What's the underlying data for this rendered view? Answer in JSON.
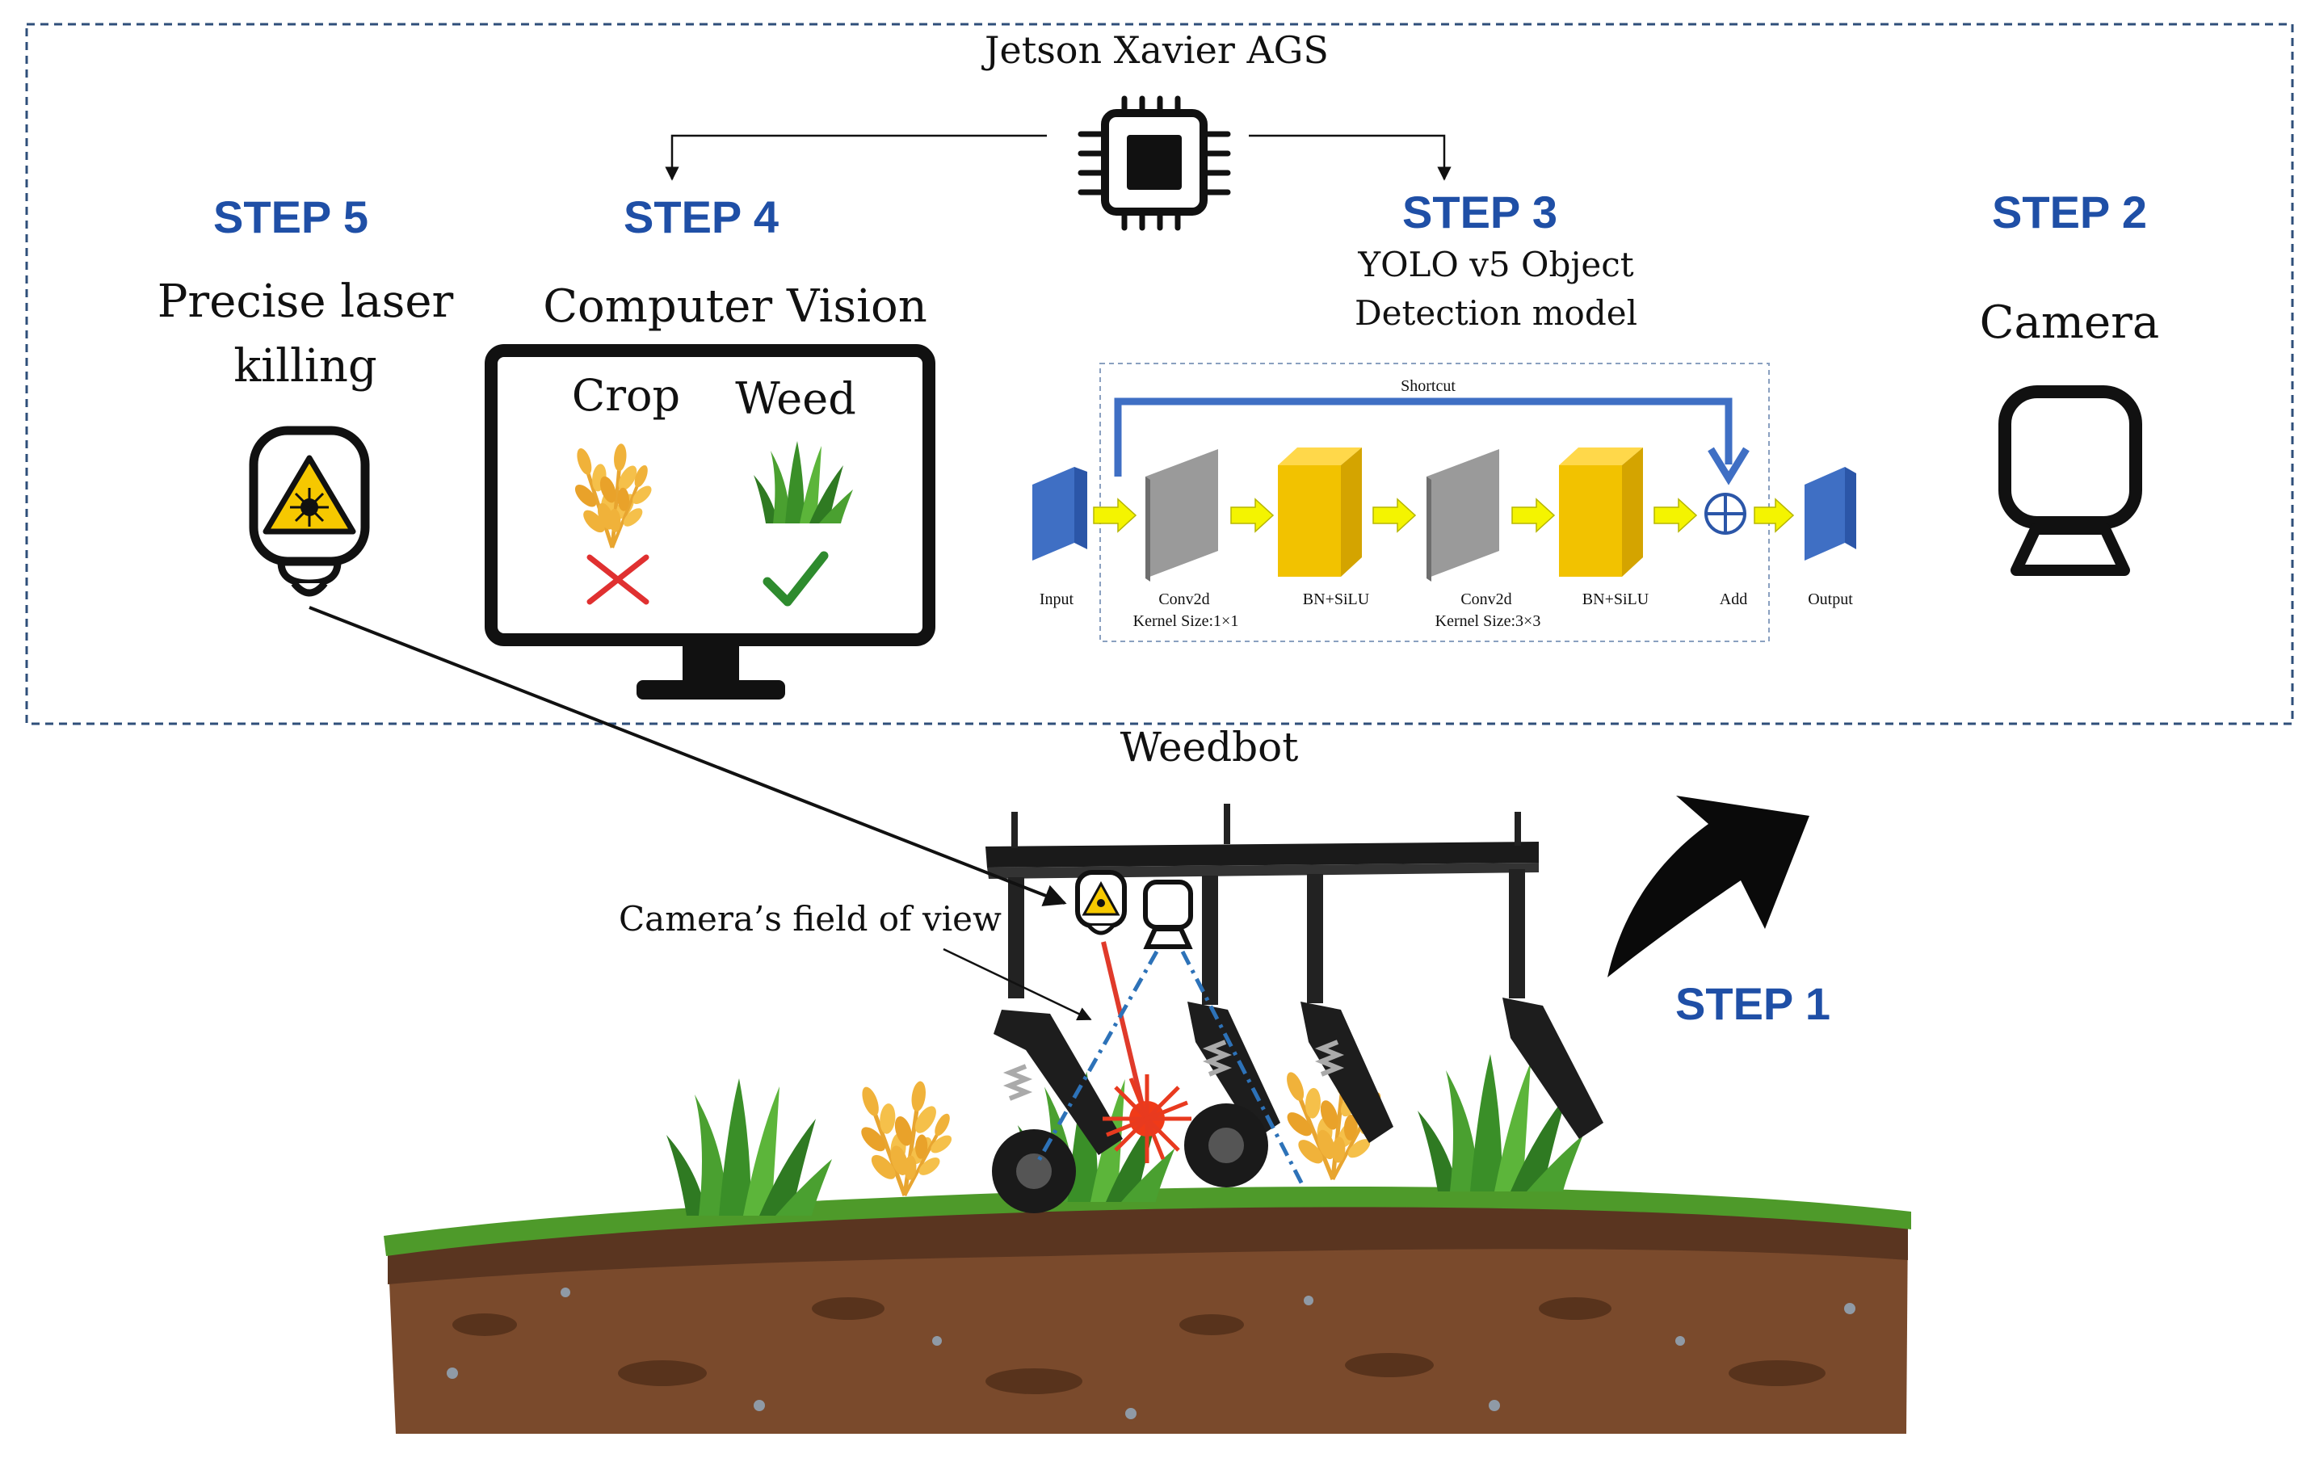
{
  "system": {
    "title": "Jetson Xavier AGS",
    "robot_label": "Weedbot",
    "fov_label": "Camera’s field of view"
  },
  "steps": {
    "s1": {
      "label": "STEP 1"
    },
    "s2": {
      "label": "STEP 2",
      "text": "Camera"
    },
    "s3": {
      "label": "STEP 3",
      "line1": "YOLO v5 Object",
      "line2": "Detection model"
    },
    "s4": {
      "label": "STEP 4",
      "text": "Computer Vision",
      "crop": "Crop",
      "weed": "Weed"
    },
    "s5": {
      "label": "STEP 5",
      "line1": "Precise laser",
      "line2": "killing"
    }
  },
  "yolo": {
    "shortcut": "Shortcut",
    "input": "Input",
    "conv1_name": "Conv2d",
    "conv1_kernel": "Kernel Size:1×1",
    "bn1": "BN+SiLU",
    "conv2_name": "Conv2d",
    "conv2_kernel": "Kernel Size:3×3",
    "bn2": "BN+SiLU",
    "add": "Add",
    "output": "Output"
  },
  "icons": {
    "chip": "chip-icon",
    "camera": "camera-icon",
    "laser": "laser-icon",
    "monitor": "monitor-icon",
    "crop": "crop-icon",
    "weed": "weed-icon",
    "cross": "cross-icon",
    "check": "check-icon"
  },
  "colors": {
    "step_blue": "#1f4fa6",
    "box_dash": "#2f4f7a",
    "yolo_blue": "#3f6fc4",
    "yolo_yellow": "#f2c200",
    "yolo_gray": "#9a9a9a",
    "arrow_yellow": "#f4f400",
    "laser_red": "#e03a2a",
    "fov_blue": "#2d72b8",
    "cross_red": "#e03030",
    "check_green": "#2e8b2e",
    "grass_green": "#3c8a2a",
    "soil_brown": "#7a4a2c"
  }
}
